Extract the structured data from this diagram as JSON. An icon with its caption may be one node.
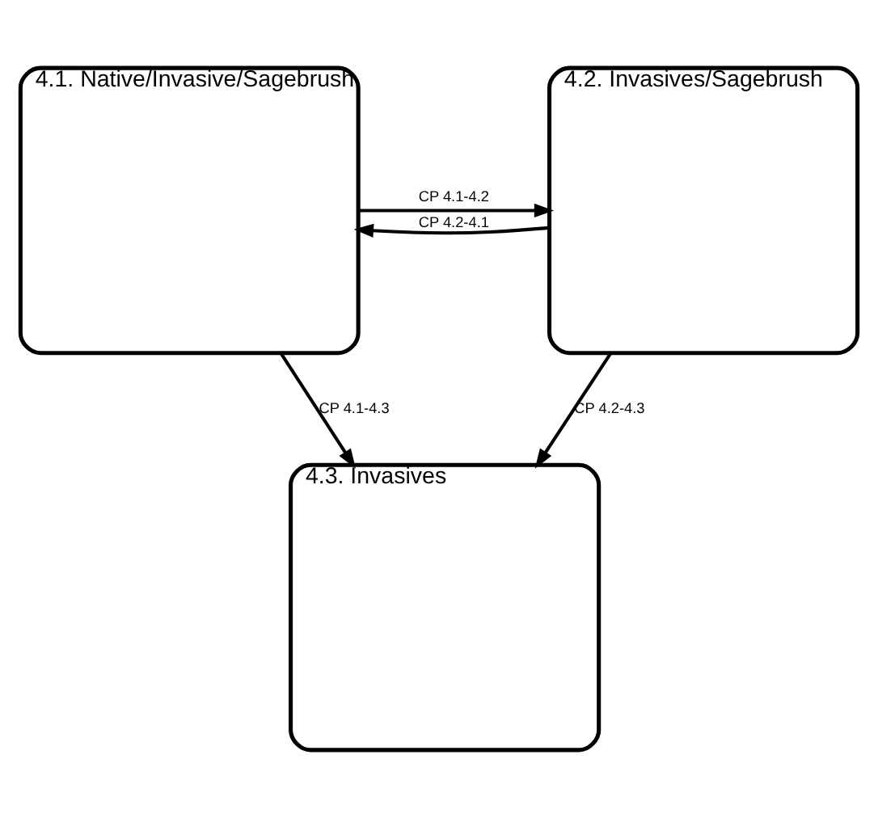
{
  "diagram": {
    "nodes": [
      {
        "text": [
          "4.1. Native/Invasive/Sagebrush"
        ]
      },
      {
        "text": [
          "4.2. Invasives/Sagebrush"
        ]
      },
      {
        "text": [
          "4.3. Invasives"
        ]
      }
    ],
    "edges": [
      {
        "from": 0,
        "to": 1,
        "arrow": "to",
        "label": "CP 4.1-4.2"
      },
      {
        "from": 1,
        "to": 0,
        "arrow": "to",
        "label": "CP 4.2-4.1"
      },
      {
        "from": 0,
        "to": 2,
        "arrow": "to",
        "label": "CP 4.1-4.3"
      },
      {
        "from": 1,
        "to": 2,
        "arrow": "to",
        "label": "CP 4.2-4.3"
      }
    ]
  }
}
